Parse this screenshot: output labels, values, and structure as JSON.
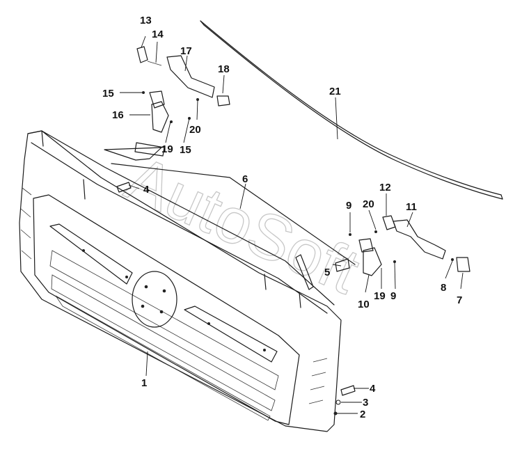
{
  "watermark": "AutoSoft",
  "callouts": [
    {
      "id": "label-1",
      "text": "1"
    },
    {
      "id": "label-2",
      "text": "2"
    },
    {
      "id": "label-3",
      "text": "3"
    },
    {
      "id": "label-4-bottom",
      "text": "4"
    },
    {
      "id": "label-4-top",
      "text": "4"
    },
    {
      "id": "label-5",
      "text": "5"
    },
    {
      "id": "label-6",
      "text": "6"
    },
    {
      "id": "label-7",
      "text": "7"
    },
    {
      "id": "label-8",
      "text": "8"
    },
    {
      "id": "label-9-top",
      "text": "9"
    },
    {
      "id": "label-9-bottom",
      "text": "9"
    },
    {
      "id": "label-10",
      "text": "10"
    },
    {
      "id": "label-11",
      "text": "11"
    },
    {
      "id": "label-12",
      "text": "12"
    },
    {
      "id": "label-13",
      "text": "13"
    },
    {
      "id": "label-14",
      "text": "14"
    },
    {
      "id": "label-15-left",
      "text": "15"
    },
    {
      "id": "label-15-right",
      "text": "15"
    },
    {
      "id": "label-16",
      "text": "16"
    },
    {
      "id": "label-17",
      "text": "17"
    },
    {
      "id": "label-18",
      "text": "18"
    },
    {
      "id": "label-19-left",
      "text": "19"
    },
    {
      "id": "label-19-right",
      "text": "19"
    },
    {
      "id": "label-20-left",
      "text": "20"
    },
    {
      "id": "label-20-right",
      "text": "20"
    },
    {
      "id": "label-21",
      "text": "21"
    }
  ]
}
